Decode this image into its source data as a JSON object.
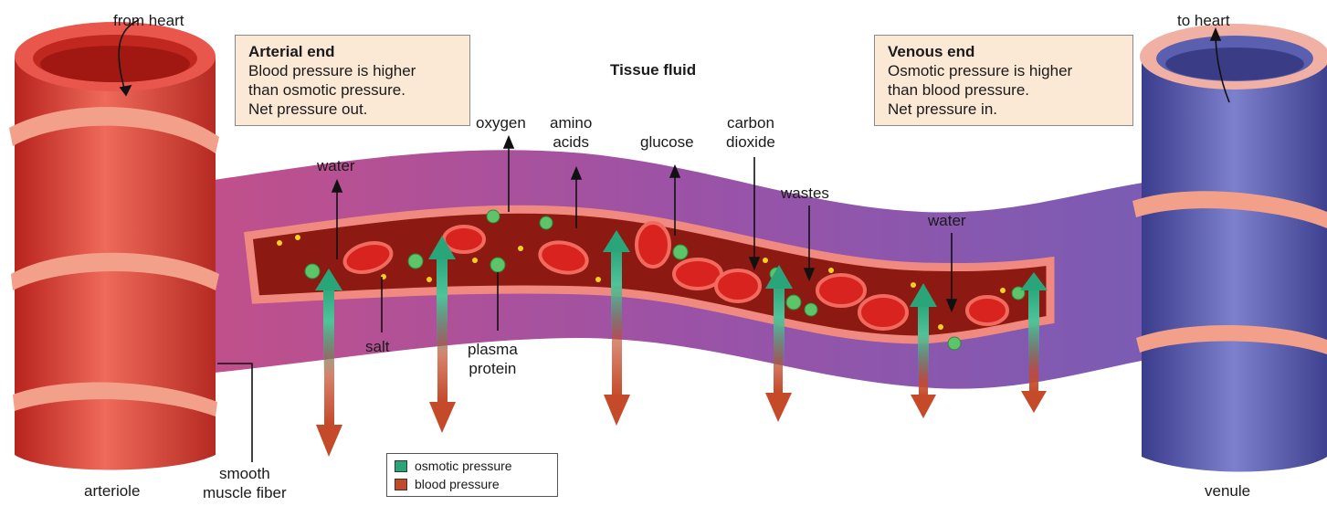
{
  "labels": {
    "from_heart": "from heart",
    "to_heart": "to heart",
    "tissue_fluid": "Tissue fluid",
    "water_left": "water",
    "oxygen": "oxygen",
    "amino_acids": [
      "amino",
      "acids"
    ],
    "glucose": "glucose",
    "carbon_dioxide": [
      "carbon",
      "dioxide"
    ],
    "wastes": "wastes",
    "water_right": "water",
    "salt": "salt",
    "plasma_protein": [
      "plasma",
      "protein"
    ],
    "smooth_muscle_fiber": [
      "smooth",
      "muscle fiber"
    ],
    "arteriole": "arteriole",
    "venule": "venule"
  },
  "arterial_box": {
    "title": "Arterial end",
    "lines": [
      "Blood pressure is higher",
      "than osmotic pressure.",
      "Net pressure out."
    ]
  },
  "venous_box": {
    "title": "Venous end",
    "lines": [
      "Osmotic pressure is higher",
      "than blood pressure.",
      "Net pressure in."
    ]
  },
  "legend": {
    "osmotic": "osmotic pressure",
    "blood": "blood pressure"
  },
  "colors": {
    "osmotic": "#2aa57a",
    "blood": "#c44a2a",
    "arteriole": "#d8423a",
    "venule": "#5a5fb0",
    "capillary_wall": "#a84fa0",
    "lumen": "#8c1a12",
    "box_fill": "#fbe9d6"
  }
}
